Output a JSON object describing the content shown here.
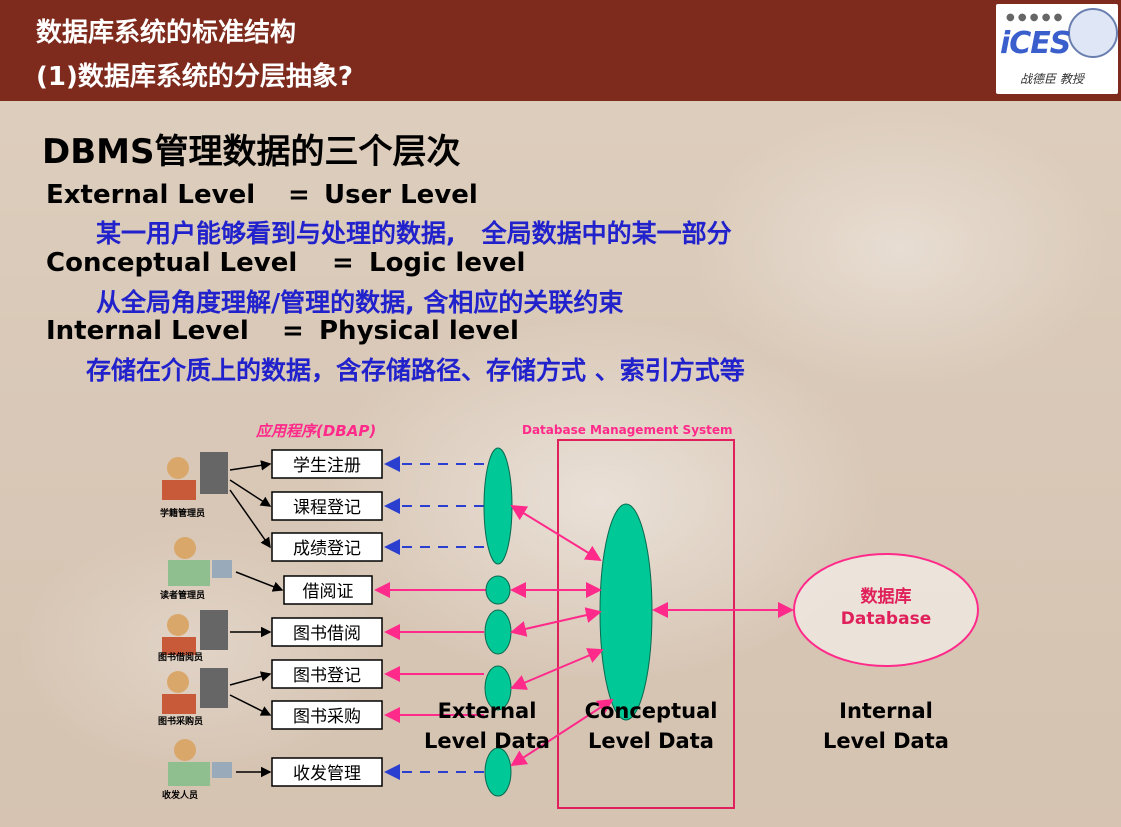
{
  "header": {
    "line1": "数据库系统的标准结构",
    "line2": "(1)数据库系统的分层抽象?",
    "logo_text": "iCES",
    "logo_sub": "战德臣 教授"
  },
  "title": "DBMS管理数据的三个层次",
  "levels": [
    {
      "name": "External Level",
      "eq": "=",
      "alias": "User Level",
      "desc": "某一用户能够看到与处理的数据,   全局数据中的某一部分"
    },
    {
      "name": "Conceptual Level",
      "eq": "=",
      "alias": "Logic level",
      "desc": "从全局角度理解/管理的数据, 含相应的关联约束"
    },
    {
      "name": "Internal Level",
      "eq": "=",
      "alias": "Physical level",
      "desc": "存储在介质上的数据，含存储路径、存储方式 、索引方式等"
    }
  ],
  "diagram": {
    "app_title": "应用程序(DBAP)",
    "dbms_title": "Database Management System",
    "apps": [
      "学生注册",
      "课程登记",
      "成绩登记",
      "借阅证",
      "图书借阅",
      "图书登记",
      "图书采购",
      "收发管理"
    ],
    "users": [
      "学籍管理员",
      "读者管理员",
      "图书借阅员",
      "图书采购员",
      "收发人员"
    ],
    "db_cn": "数据库",
    "db_en": "Database",
    "external_label": [
      "External",
      "Level Data"
    ],
    "conceptual_label": [
      "Conceptual",
      "Level Data"
    ],
    "internal_label": [
      "Internal",
      "Level Data"
    ],
    "colors": {
      "ellipse": "#00c896",
      "arrow": "#ff2a8a",
      "dashed": "#2a3fd0",
      "box": "#e0205a"
    }
  }
}
